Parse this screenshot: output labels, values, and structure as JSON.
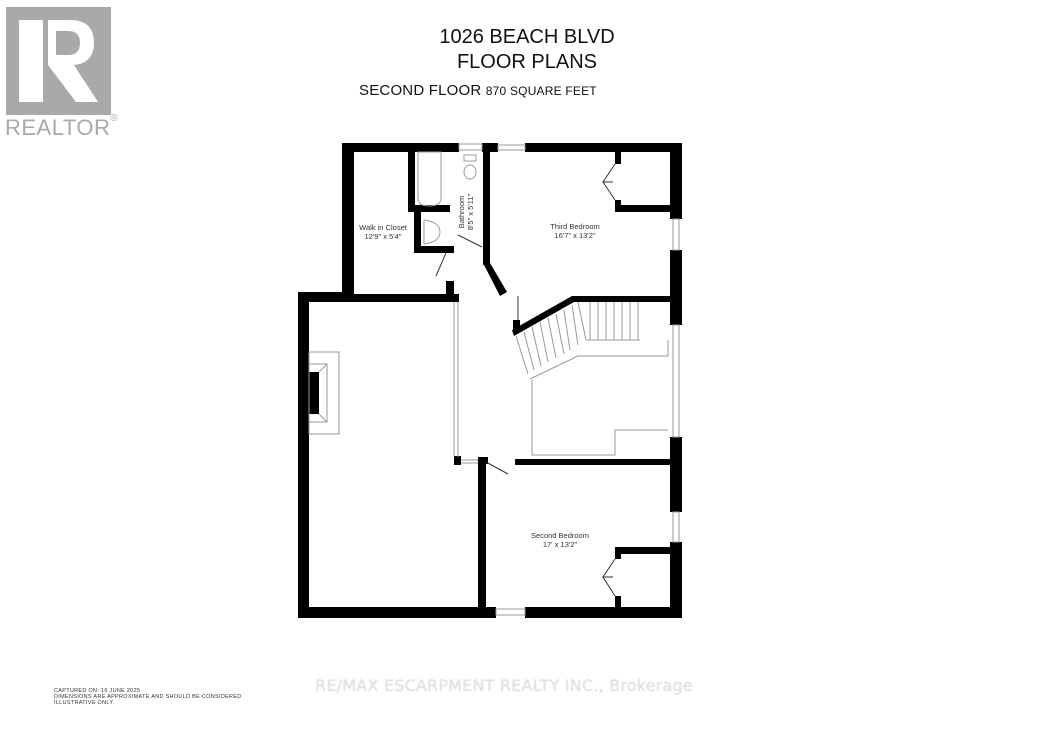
{
  "logo": {
    "name": "realtor-logo",
    "text": "REALTOR",
    "mark": "®",
    "color": "#a9a9a9"
  },
  "header": {
    "address": "1026 BEACH BLVD",
    "subtitle": "FLOOR PLANS",
    "floor_label": "SECOND FLOOR",
    "area_label": "870 SQUARE FEET"
  },
  "rooms": [
    {
      "id": "walk-in-closet",
      "name": "Walk in Closet",
      "dimensions": "12'9\" x 5'4\""
    },
    {
      "id": "bathroom",
      "name": "Bathroom",
      "dimensions": "8'5\" x 5'11\""
    },
    {
      "id": "third-bedroom",
      "name": "Third Bedroom",
      "dimensions": "16'7\" x 13'2\""
    },
    {
      "id": "second-bedroom",
      "name": "Second Bedroom",
      "dimensions": "17' x 13'2\""
    }
  ],
  "footer": {
    "captured": "CAPTURED ON: 16 JUNE 2025",
    "disclaimer_1": "DIMENSIONS ARE APPROXIMATE AND SHOULD BE CONSIDERED",
    "disclaimer_2": "ILLUSTRATIVE ONLY.",
    "brokerage": "RE/MAX ESCARPMENT REALTY INC., Brokerage"
  },
  "colors": {
    "wall": "#000000",
    "fixture_line": "#9a9a9a",
    "text": "#111111"
  }
}
